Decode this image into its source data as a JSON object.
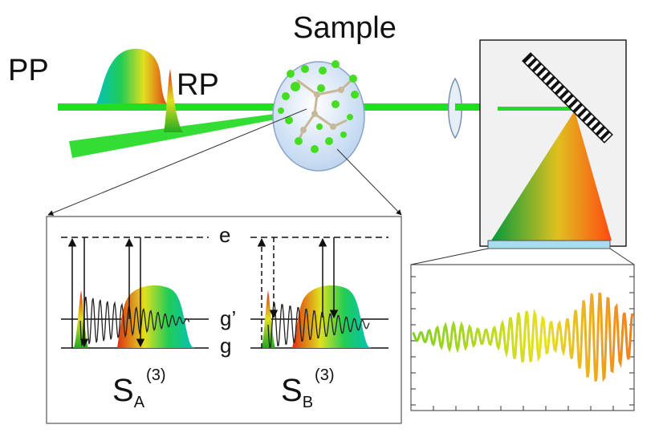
{
  "labels": {
    "sample": "Sample",
    "pump_pulse": "PP",
    "raman_pulse": "RP",
    "level_e": "e",
    "level_g_prime": "g’",
    "level_g": "g",
    "signal_a_main": "S",
    "signal_a_sub": "A",
    "signal_a_sup": "(3)",
    "signal_b_main": "S",
    "signal_b_sub": "B",
    "signal_b_sup": "(3)"
  },
  "colors": {
    "beam": "#22dd22",
    "pulse_gradient": [
      "#00c0c0",
      "#22cc55",
      "#e0e020",
      "#e03010"
    ],
    "sample_fill": "#cfe0f2",
    "molecule_atom": "#44dd22",
    "molecule_bond": "#c8b89a",
    "spectrometer_bg": "#f2f2f2",
    "detector": "#a8dcf0",
    "cone_gradient": [
      "#00a040",
      "#e0c020",
      "#ff5010"
    ],
    "trace_gradient": [
      "#80d020",
      "#e8e020",
      "#f08020"
    ]
  },
  "icons": [
    "sample-cell-icon",
    "molecule-icon",
    "lens-icon",
    "grating-icon",
    "detector-icon"
  ]
}
